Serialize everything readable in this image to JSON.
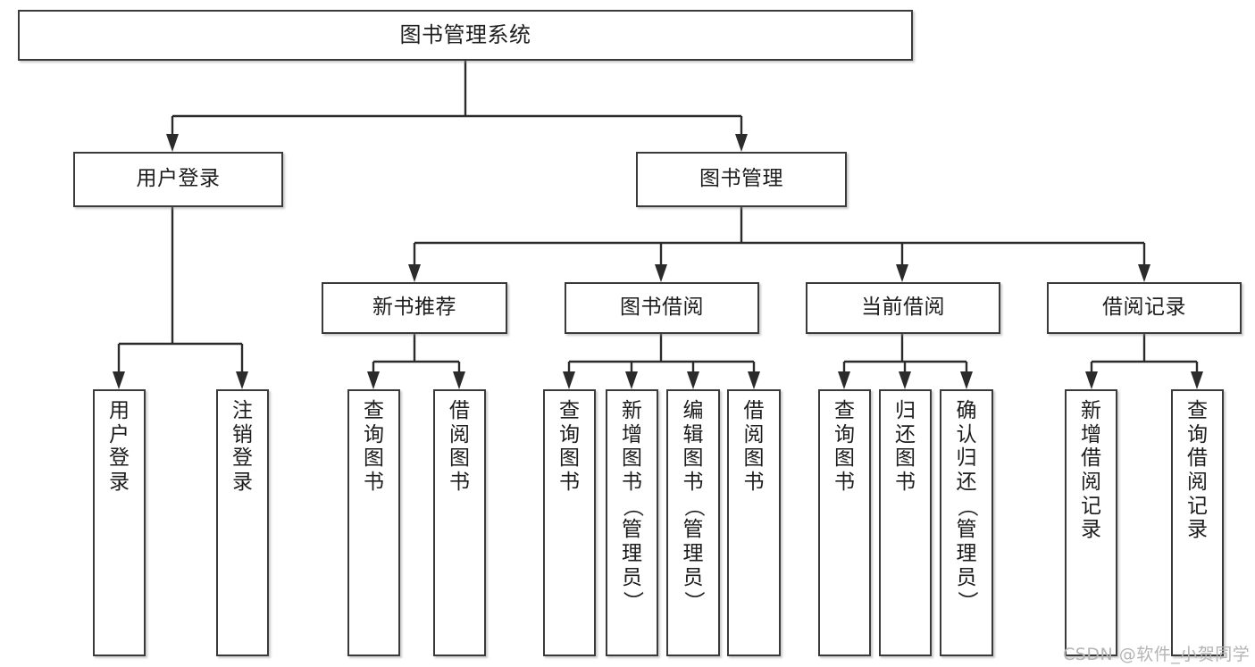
{
  "diagram": {
    "title": "图书管理系统",
    "type": "hierarchy-tree",
    "root": {
      "id": "root",
      "label": "图书管理系统"
    },
    "level2": [
      {
        "id": "user-login",
        "label": "用户登录"
      },
      {
        "id": "book-manage",
        "label": "图书管理"
      }
    ],
    "level3": [
      {
        "id": "new-book-rec",
        "label": "新书推荐"
      },
      {
        "id": "book-borrow",
        "label": "图书借阅"
      },
      {
        "id": "current-borrow",
        "label": "当前借阅"
      },
      {
        "id": "borrow-record",
        "label": "借阅记录"
      }
    ],
    "leaves": {
      "user_login": [
        {
          "id": "leaf-user-login",
          "label": "用户登录"
        },
        {
          "id": "leaf-logout",
          "label": "注销登录"
        }
      ],
      "new_book_rec": [
        {
          "id": "leaf-query-book-1",
          "label": "查询图书"
        },
        {
          "id": "leaf-borrow-book-1",
          "label": "借阅图书"
        }
      ],
      "book_borrow": [
        {
          "id": "leaf-query-book-2",
          "label": "查询图书"
        },
        {
          "id": "leaf-add-book",
          "label": "新增图书（管理员）"
        },
        {
          "id": "leaf-edit-book",
          "label": "编辑图书（管理员）"
        },
        {
          "id": "leaf-borrow-book-2",
          "label": "借阅图书"
        }
      ],
      "current_borrow": [
        {
          "id": "leaf-query-book-3",
          "label": "查询图书"
        },
        {
          "id": "leaf-return-book",
          "label": "归还图书"
        },
        {
          "id": "leaf-confirm-return",
          "label": "确认归还（管理员）"
        }
      ],
      "borrow_record": [
        {
          "id": "leaf-add-record",
          "label": "新增借阅记录"
        },
        {
          "id": "leaf-query-record",
          "label": "查询借阅记录"
        }
      ]
    }
  },
  "watermark": {
    "text": "CSDN @软件_小贺同学"
  },
  "colors": {
    "box_border": "#3a3a3a",
    "box_fill": "#ffffff",
    "connector": "#2b2b2b",
    "text": "#1d1d1d",
    "watermark": "#b4b4b4",
    "background": "#ffffff"
  }
}
